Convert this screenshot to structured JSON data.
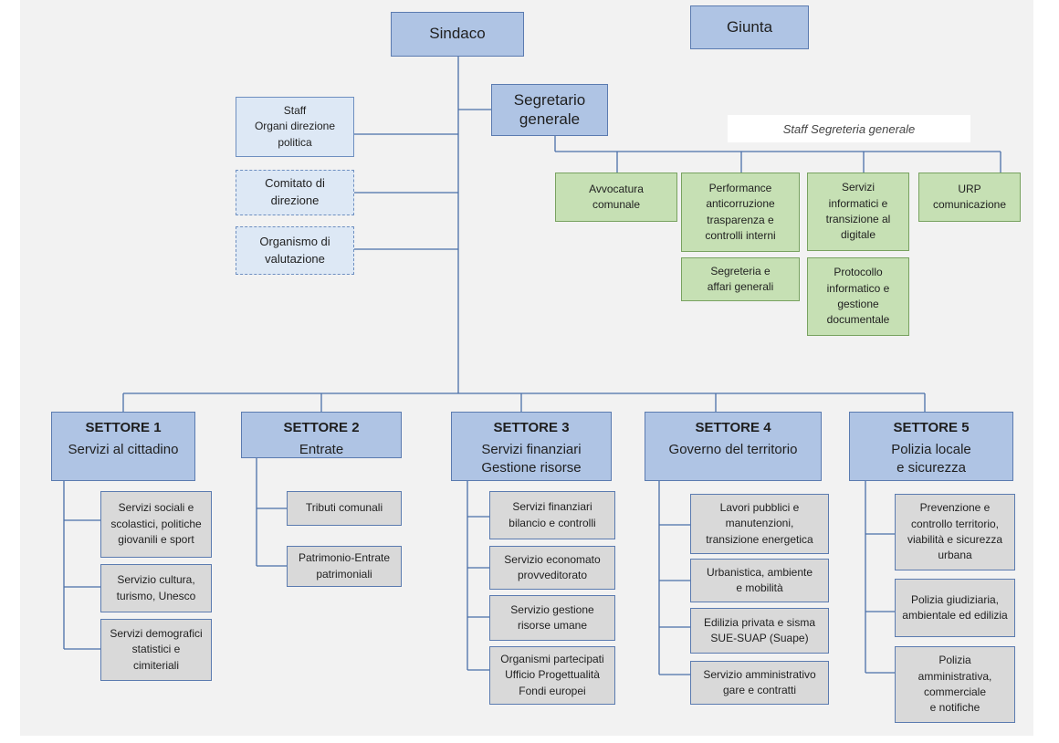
{
  "top": {
    "sindaco": "Sindaco",
    "giunta": "Giunta",
    "segretario": [
      "Segretario",
      "generale"
    ]
  },
  "staff_note": "Staff Segreteria generale",
  "left_boxes": {
    "staff": [
      "Staff",
      "Organi direzione",
      "politica"
    ],
    "comitato": [
      "Comitato di",
      "direzione"
    ],
    "organismo": [
      "Organismo di",
      "valutazione"
    ]
  },
  "green_boxes": {
    "avvocatura": [
      "Avvocatura",
      "comunale"
    ],
    "performance": [
      "Performance",
      "anticorruzione",
      "trasparenza e",
      "controlli interni"
    ],
    "servizi_informatici": [
      "Servizi",
      "informatici e",
      "transizione al",
      "digitale"
    ],
    "urp": [
      "URP",
      "comunicazione"
    ],
    "segreteria": [
      "Segreteria e",
      "affari generali"
    ],
    "protocollo": [
      "Protocollo",
      "informatico e",
      "gestione",
      "documentale"
    ]
  },
  "settori": [
    {
      "title": "SETTORE 1",
      "subtitle": [
        "Servizi al cittadino"
      ],
      "items": [
        [
          "Servizi sociali e",
          "scolastici, politiche",
          "giovanili e sport"
        ],
        [
          "Servizio cultura,",
          "turismo, Unesco"
        ],
        [
          "Servizi demografici",
          "statistici e",
          "cimiteriali"
        ]
      ]
    },
    {
      "title": "SETTORE 2",
      "subtitle": [
        "Entrate"
      ],
      "items": [
        [
          "Tributi comunali"
        ],
        [
          "Patrimonio-Entrate",
          "patrimoniali"
        ]
      ]
    },
    {
      "title": "SETTORE 3",
      "subtitle": [
        "Servizi finanziari",
        "Gestione risorse"
      ],
      "items": [
        [
          "Servizi finanziari",
          "bilancio e controlli"
        ],
        [
          "Servizio economato",
          "provveditorato"
        ],
        [
          "Servizio gestione",
          "risorse umane"
        ],
        [
          "Organismi partecipati",
          "Ufficio Progettualità",
          "Fondi europei"
        ]
      ]
    },
    {
      "title": "SETTORE 4",
      "subtitle": [
        "Governo del territorio"
      ],
      "items": [
        [
          "Lavori pubblici e",
          "manutenzioni,",
          "transizione energetica"
        ],
        [
          "Urbanistica, ambiente",
          "e mobilità"
        ],
        [
          "Edilizia privata e sisma",
          "SUE-SUAP (Suape)"
        ],
        [
          "Servizio amministrativo",
          "gare e contratti"
        ]
      ]
    },
    {
      "title": "SETTORE 5",
      "subtitle": [
        "Polizia locale",
        "e sicurezza"
      ],
      "items": [
        [
          "Prevenzione e",
          "controllo territorio,",
          "viabilità e sicurezza",
          "urbana"
        ],
        [
          "Polizia giudiziaria,",
          "ambientale ed edilizia"
        ],
        [
          "Polizia",
          "amministrativa,",
          "commerciale",
          "e notifiche"
        ]
      ]
    }
  ],
  "colors": {
    "blue_fill": "#afc4e4",
    "light_blue_fill": "#dde8f5",
    "green_fill": "#c6e0b4",
    "grey_fill": "#d9d9d9",
    "line": "#4a6fa8"
  }
}
